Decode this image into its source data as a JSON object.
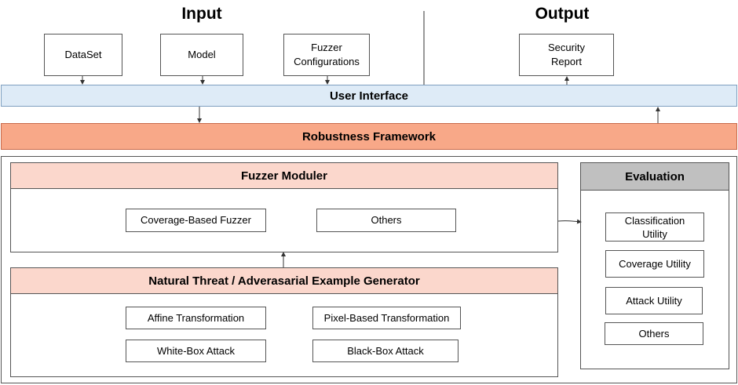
{
  "input": {
    "heading": "Input",
    "dataset": "DataSet",
    "model": "Model",
    "fuzzer_config": "Fuzzer\nConfigurations"
  },
  "output": {
    "heading": "Output",
    "report": "Security\nReport"
  },
  "user_interface": "User Interface",
  "robustness_framework": "Robustness Framework",
  "fuzzer_module": {
    "title": "Fuzzer Moduler",
    "items": [
      "Coverage-Based Fuzzer",
      "Others"
    ]
  },
  "generator": {
    "title": "Natural Threat / Adverasarial Example Generator",
    "items": [
      "Affine Transformation",
      "Pixel-Based Transformation",
      "White-Box Attack",
      "Black-Box Attack"
    ]
  },
  "evaluation": {
    "title": "Evaluation",
    "items": [
      "Classification\nUtility",
      "Coverage Utility",
      "Attack Utility",
      "Others"
    ]
  },
  "colors": {
    "user_interface_fill": "#deebf7",
    "user_interface_border": "#7f9fc0",
    "framework_fill": "#f8a888",
    "framework_border": "#c86a4a",
    "module_header_fill": "#fbd7cc",
    "evaluation_header_fill": "#c0c0c0"
  }
}
